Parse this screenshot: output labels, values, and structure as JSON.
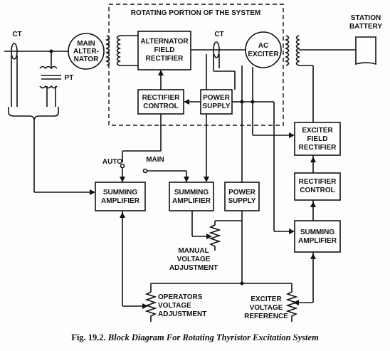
{
  "rotating_portion_title": "ROTATING PORTION OF THE SYSTEM",
  "ct_left": "CT",
  "ct_right": "CT",
  "pt": "PT",
  "main_alternator": [
    "MAIN",
    "ALTER-",
    "NATOR"
  ],
  "alternator_field_rectifier": [
    "ALTERNATOR",
    "FIELD",
    "RECTIFIER"
  ],
  "rectifier_control_top": [
    "RECTIFIER",
    "CONTROL"
  ],
  "power_supply_top": [
    "POWER",
    "SUPPLY"
  ],
  "ac_exciter": [
    "AC",
    "EXCITER"
  ],
  "station_battery": [
    "STATION",
    "BATTERY"
  ],
  "exciter_field_rectifier": [
    "EXCITER",
    "FIELD",
    "RECTIFIER"
  ],
  "rectifier_control_right": [
    "RECTIFIER",
    "CONTROL"
  ],
  "summing_amplifier_right": [
    "SUMMING",
    "AMPLIFIER"
  ],
  "summing_amplifier_left": [
    "SUMMING",
    "AMPLIFIER"
  ],
  "summing_amplifier_mid": [
    "SUMMING",
    "AMPLIFIER"
  ],
  "power_supply_bottom": [
    "POWER",
    "SUPPLY"
  ],
  "switch_auto": "AUTO",
  "switch_main": "MAIN",
  "manual_voltage_adjustment": [
    "MANUAL",
    "VOLTAGE",
    "ADJUSTMENT"
  ],
  "operators_voltage_adjustment": [
    "OPERATORS",
    "VOLTAGE",
    "ADJUSTMENT"
  ],
  "exciter_voltage_reference": [
    "EXCITER",
    "VOLTAGE",
    "REFERENCE"
  ],
  "caption_number": "Fig. 19.2.",
  "caption_text": "Block Diagram For Rotating Thyristor Excitation System"
}
